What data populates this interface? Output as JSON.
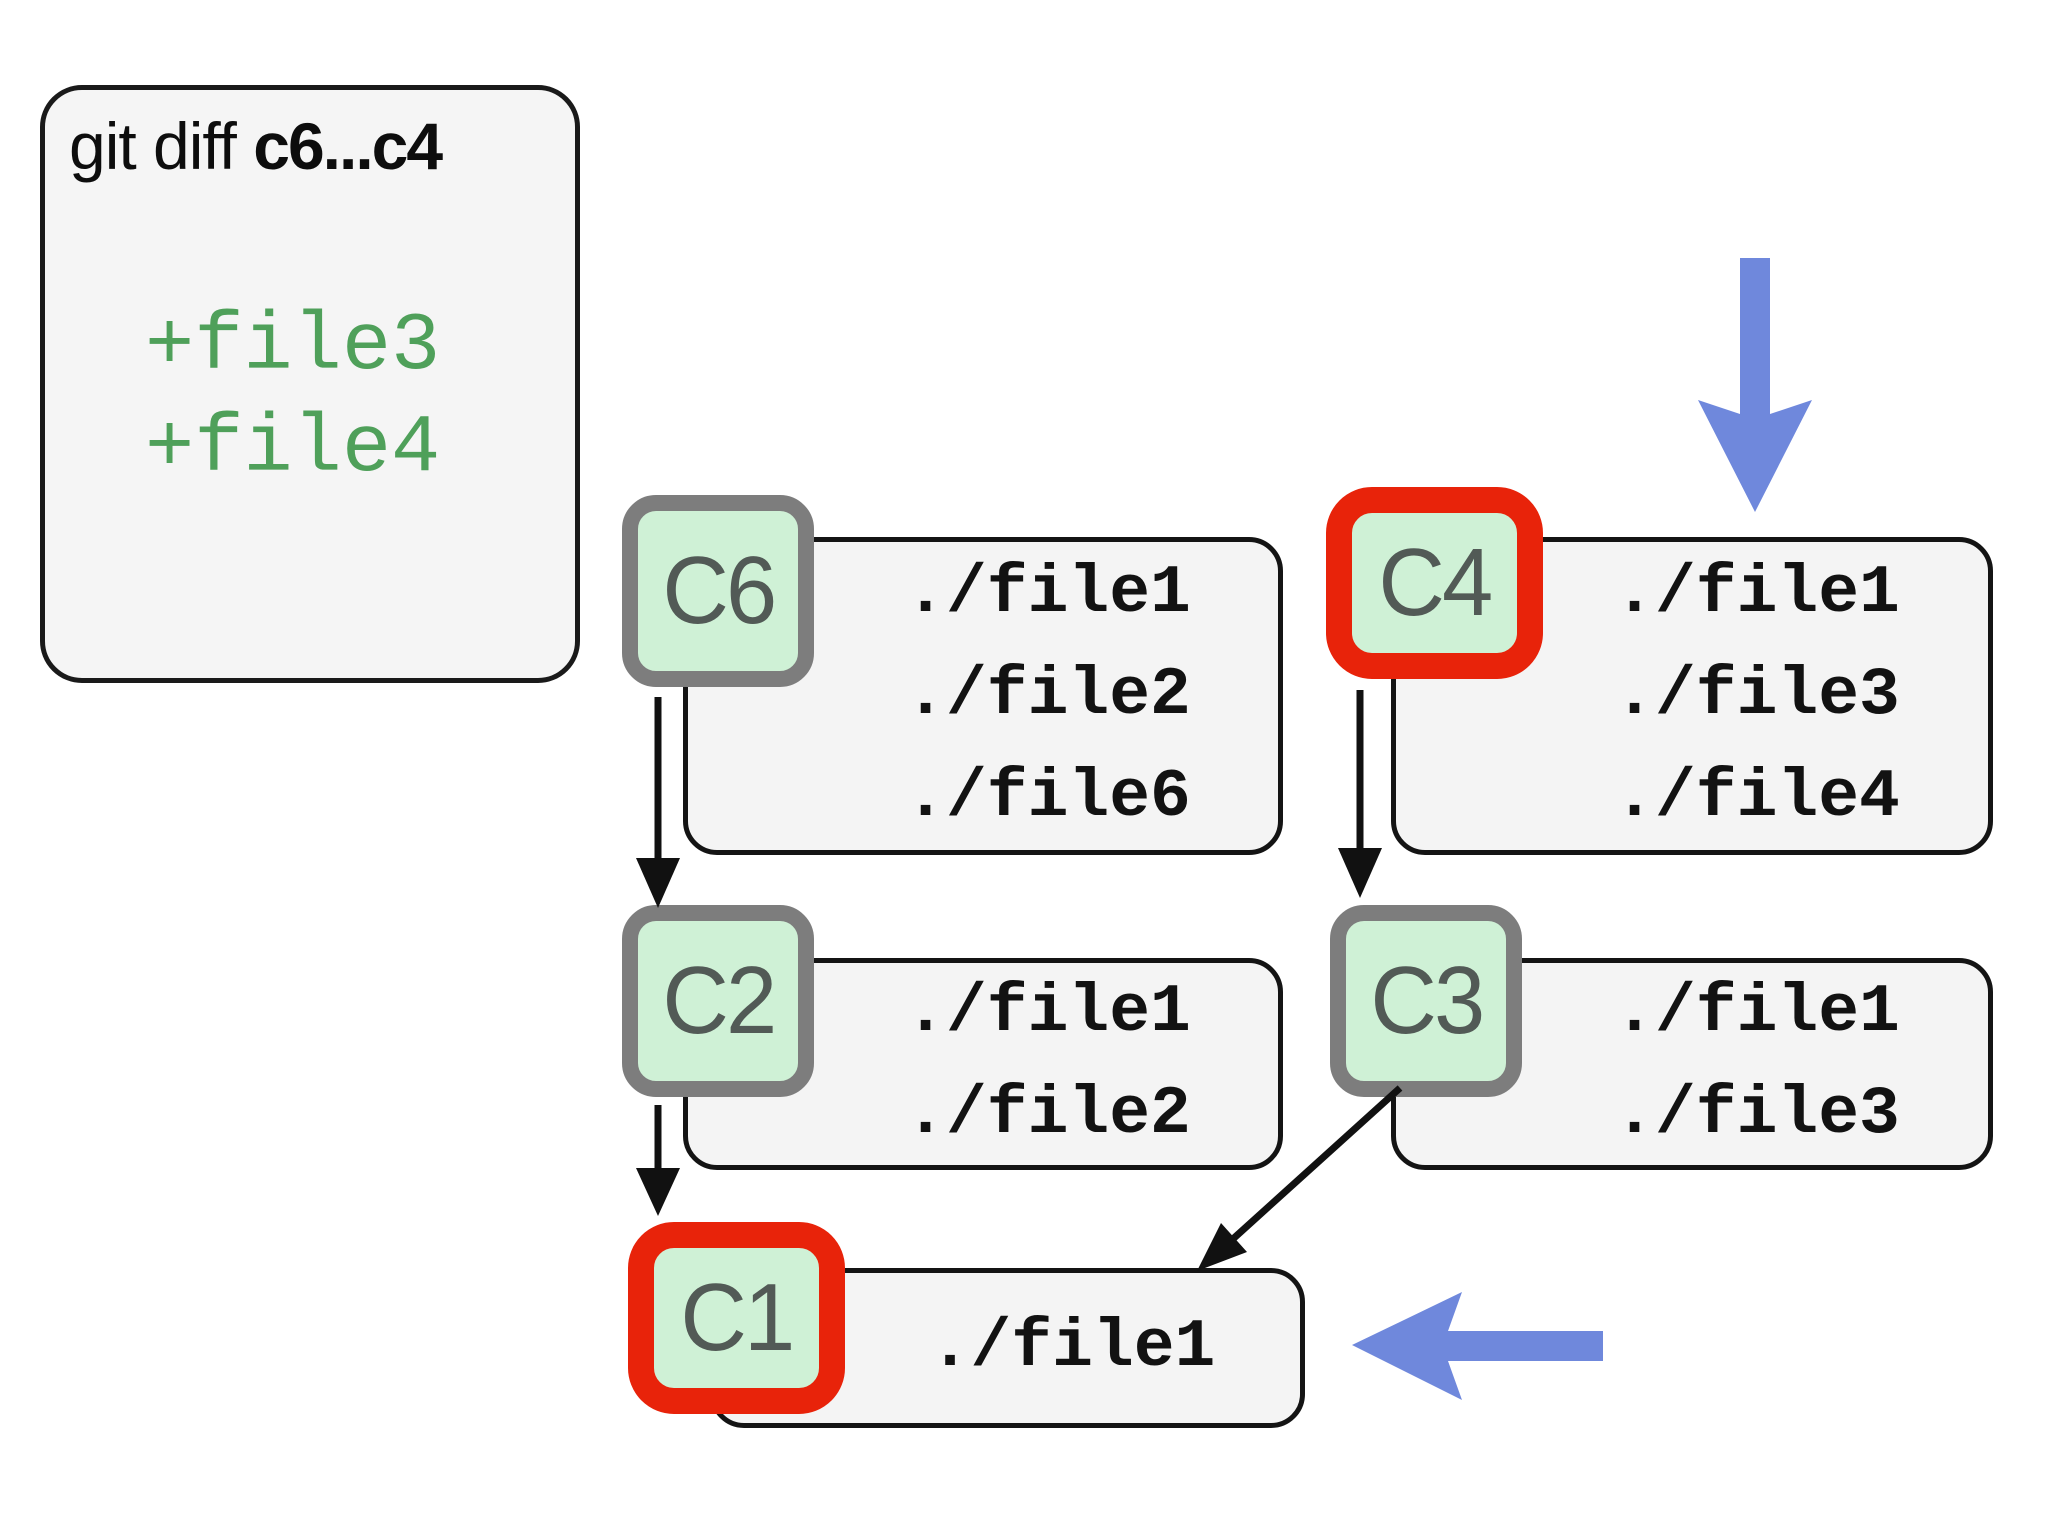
{
  "colors": {
    "node_fill": "#cff1d6",
    "node_border": "#7d7d7d",
    "node_text": "#525a56",
    "highlight_red": "#e8230a",
    "box_bg": "#f4f4f4",
    "box_border": "#141414",
    "panel_bg": "#f5f5f5",
    "diff_green": "#4fa05a",
    "blue_arrow": "#6f88dc",
    "edge_black": "#111111"
  },
  "diff_panel": {
    "command_prefix": "git diff ",
    "command_range": "c6...c4",
    "lines": [
      "+file3",
      "+file4"
    ]
  },
  "commits": [
    {
      "id": "C6",
      "files": [
        "./file1",
        "./file2",
        "./file6"
      ],
      "highlighted": false
    },
    {
      "id": "C4",
      "files": [
        "./file1",
        "./file3",
        "./file4"
      ],
      "highlighted": true
    },
    {
      "id": "C2",
      "files": [
        "./file1",
        "./file2"
      ],
      "highlighted": false
    },
    {
      "id": "C3",
      "files": [
        "./file1",
        "./file3"
      ],
      "highlighted": false
    },
    {
      "id": "C1",
      "files": [
        "./file1"
      ],
      "highlighted": true
    }
  ],
  "edges": [
    {
      "from": "C6",
      "to": "C2"
    },
    {
      "from": "C2",
      "to": "C1"
    },
    {
      "from": "C4",
      "to": "C3"
    },
    {
      "from": "C3",
      "to": "C1"
    }
  ],
  "pointers": {
    "blue_down_arrow_target": "C4",
    "blue_left_arrow_target": "C1"
  }
}
